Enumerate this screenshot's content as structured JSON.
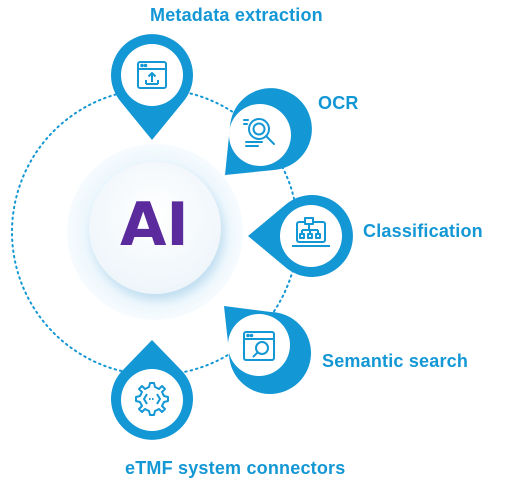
{
  "center": {
    "text": "AI"
  },
  "colors": {
    "accent": "#1497d5",
    "ring": "#1497d5",
    "ai_text": "#5b2b9e",
    "glow": "#e3f1fb"
  },
  "features": [
    {
      "id": "metadata",
      "label": "Metadata extraction",
      "icon": "upload-window-icon"
    },
    {
      "id": "ocr",
      "label": "OCR",
      "icon": "magnifier-document-icon"
    },
    {
      "id": "classification",
      "label": "Classification",
      "icon": "hierarchy-laptop-icon"
    },
    {
      "id": "semantic",
      "label": "Semantic search",
      "icon": "search-window-icon"
    },
    {
      "id": "etmf",
      "label": "eTMF system connectors",
      "icon": "gear-connector-icon"
    }
  ]
}
